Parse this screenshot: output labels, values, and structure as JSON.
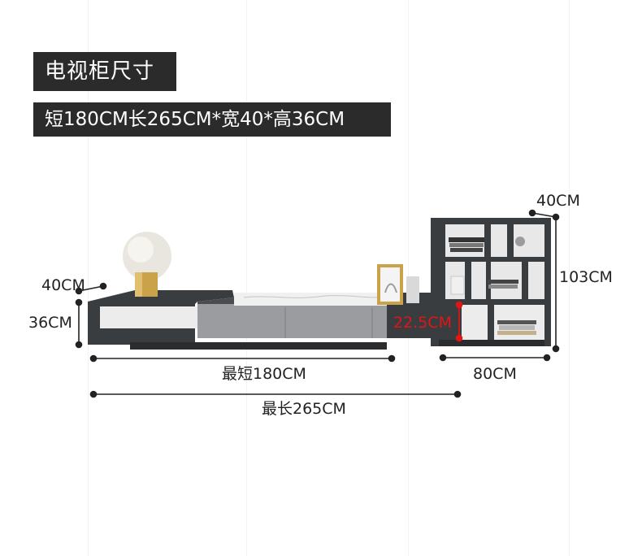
{
  "header": {
    "title": "电视柜尺寸",
    "spec": "短180CM长265CM*宽40*高36CM"
  },
  "dimensions": {
    "cabinet_depth": "40CM",
    "cabinet_height": "36CM",
    "drawer_height": "22.5CM",
    "shelf_depth": "40CM",
    "shelf_height": "103CM",
    "shelf_width": "80CM",
    "min_length": "最短180CM",
    "max_length": "最长265CM"
  },
  "colors": {
    "panel": "#2b2b2b",
    "cabinet_dark": "#3a3d40",
    "drawer_gray": "#9a9c9f",
    "accent_red": "#e21515",
    "lamp_gold": "#c9a24a"
  }
}
